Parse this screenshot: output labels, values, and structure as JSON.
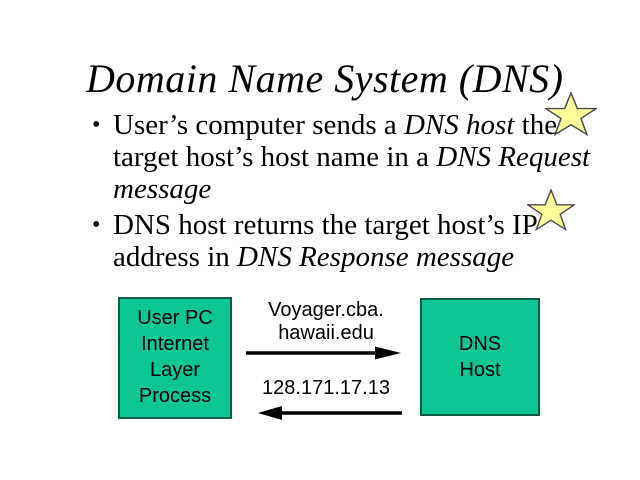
{
  "slide": {
    "title": "Domain Name System (DNS)",
    "bullet_char": "•",
    "bullets": [
      {
        "lines": [
          [
            {
              "t": "User’s computer sends a "
            },
            {
              "t": "DNS host",
              "i": true
            },
            {
              "t": " the"
            }
          ],
          [
            {
              "t": "target host’s host name in a "
            },
            {
              "t": "DNS Request",
              "i": true
            }
          ],
          [
            {
              "t": "message",
              "i": true
            }
          ]
        ]
      },
      {
        "lines": [
          [
            {
              "t": "DNS host returns the target host’s IP"
            }
          ],
          [
            {
              "t": "address in "
            },
            {
              "t": "DNS Response message",
              "i": true
            }
          ]
        ]
      }
    ]
  },
  "diagram": {
    "user_box": {
      "line1": "User PC",
      "line2": "Internet",
      "line3": "Layer",
      "line4": "Process"
    },
    "dns_box": {
      "line1": "DNS",
      "line2": "Host"
    },
    "request_label": {
      "line1": "Voyager.cba.",
      "line2": "hawaii.edu"
    },
    "response_label": "128.171.17.13"
  },
  "colors": {
    "background": "#FFFFFF",
    "text": "#000000",
    "box_fill": "#0CC794",
    "box_border": "#0B5C44",
    "star_fill": "#FFFF9E",
    "star_outline": "#4D4D4D",
    "arrow": "#000000"
  }
}
